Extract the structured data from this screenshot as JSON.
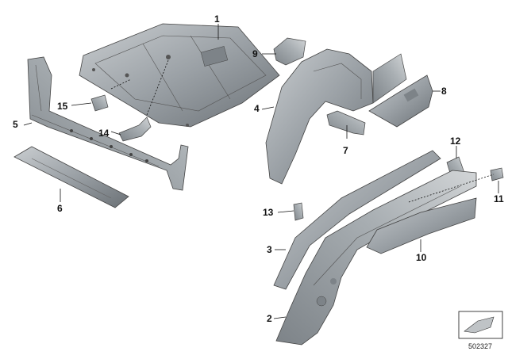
{
  "diagram": {
    "callouts": [
      {
        "id": "1",
        "label": "1"
      },
      {
        "id": "2",
        "label": "2"
      },
      {
        "id": "3",
        "label": "3"
      },
      {
        "id": "4",
        "label": "4"
      },
      {
        "id": "5",
        "label": "5"
      },
      {
        "id": "6",
        "label": "6"
      },
      {
        "id": "7",
        "label": "7"
      },
      {
        "id": "8",
        "label": "8"
      },
      {
        "id": "9",
        "label": "9"
      },
      {
        "id": "10",
        "label": "10"
      },
      {
        "id": "11",
        "label": "11"
      },
      {
        "id": "12",
        "label": "12"
      },
      {
        "id": "13",
        "label": "13"
      },
      {
        "id": "14",
        "label": "14"
      },
      {
        "id": "15",
        "label": "15"
      }
    ],
    "document_number": "502327",
    "colors": {
      "part_fill": "#9ba1a6",
      "part_dark": "#6b7176",
      "part_light": "#c9cdd0",
      "line": "#111111"
    }
  }
}
